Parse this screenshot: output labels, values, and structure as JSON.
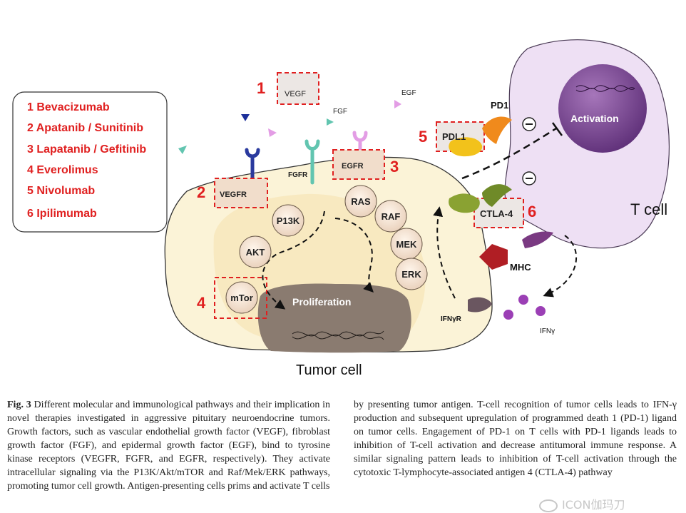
{
  "diagram": {
    "legend": [
      "1 Bevacizumab",
      "2 Apatanib / Sunitinib",
      "3 Lapatanib / Gefitinib",
      "4 Everolimus",
      "5 Nivolumab",
      "6 Ipilimumab"
    ],
    "markers": [
      "1",
      "2",
      "3",
      "4",
      "5",
      "6"
    ],
    "drug_targets": {
      "vegf": "VEGF",
      "vegfr": "VEGFR",
      "egfr": "EGFR",
      "mtor": "mTor",
      "pdl1": "PDL1",
      "ctla4": "CTLA-4"
    },
    "labels": {
      "egf": "EGF",
      "fgf": "FGF",
      "fgfr": "FGFR",
      "pd1": "PD1",
      "activation": "Activation",
      "t_cell": "T cell",
      "tumor_cell": "Tumor cell",
      "proliferation": "Proliferation",
      "mhc": "MHC",
      "ifngr": "IFNγR",
      "ifng": "IFNγ",
      "minus": "−"
    },
    "nodes": {
      "p13k": "P13K",
      "akt": "AKT",
      "ras": "RAS",
      "raf": "RAF",
      "mek": "MEK",
      "erk": "ERK"
    }
  },
  "caption": {
    "fig_label": "Fig. 3",
    "left_text": " Different molecular and immunological pathways and their implication in novel therapies investigated in aggressive pituitary neuroendocrine tumors. Growth factors, such as vascular endothelial growth factor (VEGF), fibroblast growth factor (FGF), and epidermal growth factor (EGF), bind to tyrosine kinase receptors (VEGFR, FGFR, and EGFR, respectively). They activate intracellular signaling via the P13K/Akt/mTOR and Raf/Mek/ERK pathways, promoting tumor cell growth. Antigen-presenting cells prims and activate T cells",
    "right_text": "by presenting tumor antigen. T-cell recognition of tumor cells leads to IFN-γ production and subsequent upregulation of programmed death 1 (PD-1) ligand on tumor cells. Engagement of PD-1 on T cells with PD-1 ligands leads to inhibition of T-cell activation and decrease antitumoral immune response. A similar signaling pattern leads to inhibition of T-cell activation through the cytotoxic T-lymphocyte-associated antigen 4 (CTLA-4) pathway"
  },
  "watermark": "ICON伽玛刀",
  "colors": {
    "tumor_fill": "#fbf3d7",
    "tumor_inner": "#f7e6b8",
    "tcell_fill": "#eee0f4",
    "nucleus": "#8e5aa3",
    "proliferation": "#8a7b70",
    "drug_red": "#e02020",
    "node_fill": "#f3e3d4"
  }
}
